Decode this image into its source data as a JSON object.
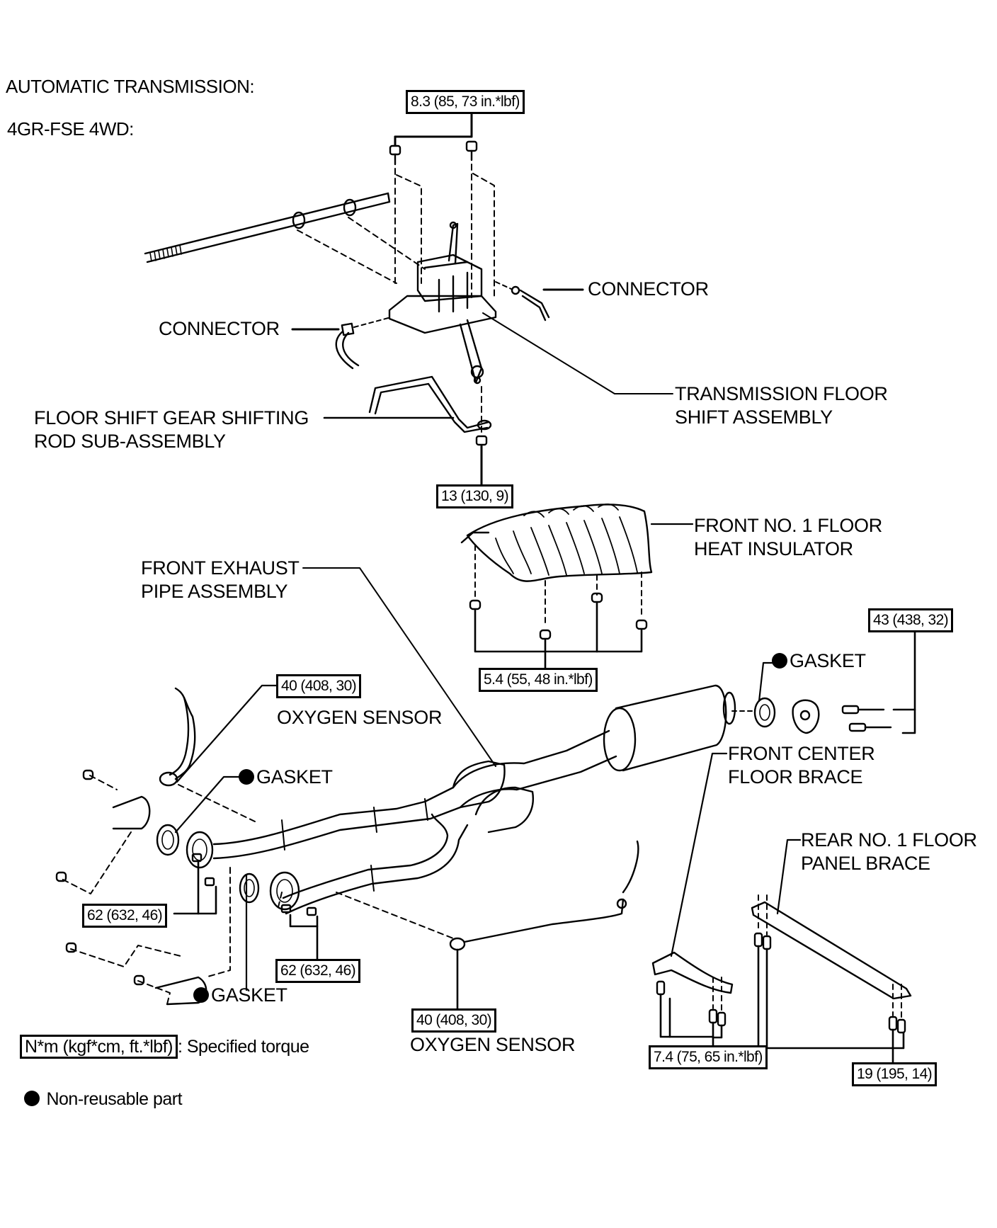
{
  "header": {
    "title": "AUTOMATIC TRANSMISSION:",
    "subtitle": "4GR-FSE 4WD:"
  },
  "torque_specs": {
    "shift_bolts": "8.3 (85, 73 in.*lbf)",
    "shift_rod_nut": "13 (130, 9)",
    "heat_insulator_nuts": "5.4 (55, 48 in.*lbf)",
    "tail_flange_bolts": "43 (438, 32)",
    "oxygen_sensor_upper": "40 (408, 30)",
    "flange_bolts_left": "62 (632, 46)",
    "flange_bolts_right": "62 (632, 46)",
    "oxygen_sensor_lower": "40 (408, 30)",
    "front_center_brace_bolts": "7.4 (75, 65 in.*lbf)",
    "rear_panel_brace_bolts": "19 (195, 14)"
  },
  "parts": {
    "connector_right": "CONNECTOR",
    "connector_left": "CONNECTOR",
    "transmission_floor_shift": [
      "TRANSMISSION FLOOR",
      "SHIFT ASSEMBLY"
    ],
    "shifting_rod": [
      "FLOOR SHIFT GEAR SHIFTING",
      "ROD SUB-ASSEMBLY"
    ],
    "heat_insulator": [
      "FRONT NO. 1 FLOOR",
      "HEAT INSULATOR"
    ],
    "front_exhaust_pipe": [
      "FRONT EXHAUST",
      "PIPE ASSEMBLY"
    ],
    "gasket_rear": "GASKET",
    "oxygen_sensor_upper": "OXYGEN SENSOR",
    "gasket_upper": "GASKET",
    "front_center_brace": [
      "FRONT CENTER",
      "FLOOR BRACE"
    ],
    "rear_panel_brace": [
      "REAR NO. 1 FLOOR",
      "PANEL BRACE"
    ],
    "gasket_lower": "GASKET",
    "oxygen_sensor_lower": "OXYGEN SENSOR"
  },
  "legend": {
    "torque_unit": "N*m (kgf*cm, ft.*lbf)",
    "torque_desc": ": Specified torque",
    "non_reusable": "Non-reusable part"
  }
}
